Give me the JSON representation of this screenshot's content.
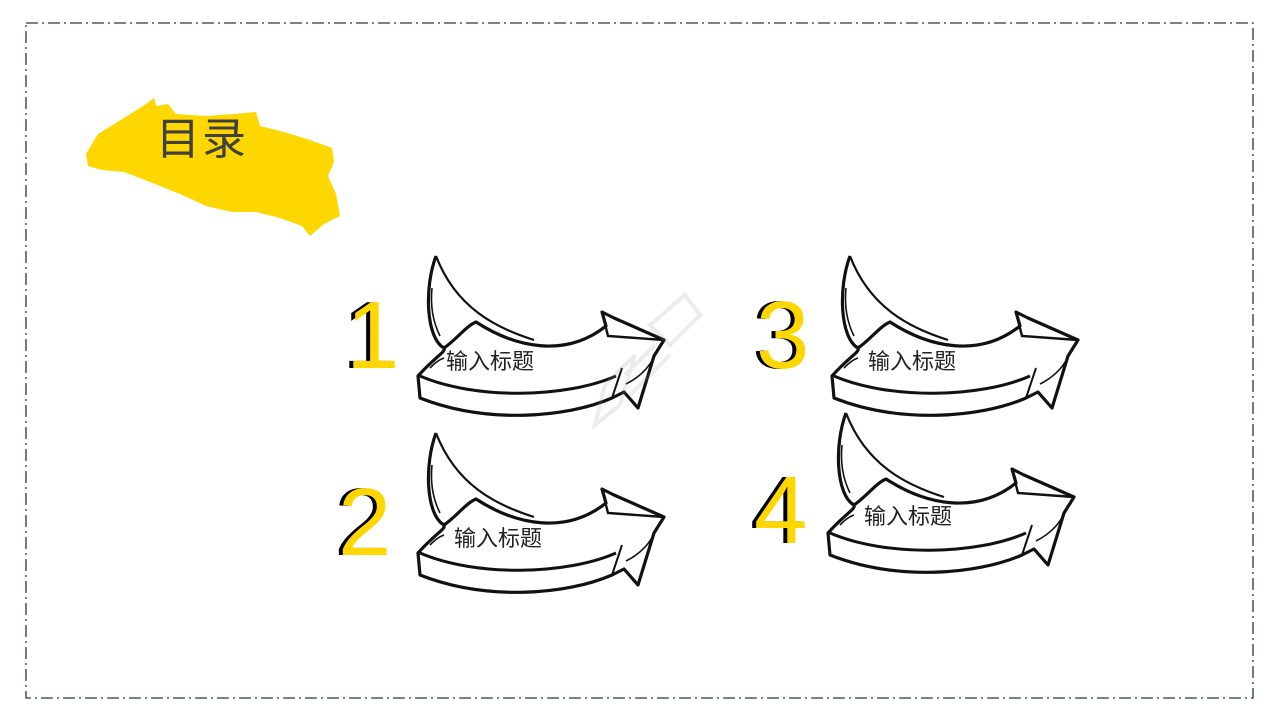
{
  "slide": {
    "title": "目录",
    "colors": {
      "accent": "#FFD700",
      "numeral_shadow": "#000000",
      "border": "#1F3A4A",
      "text": "#404040"
    },
    "items": [
      {
        "number": "1",
        "label": "输入标题"
      },
      {
        "number": "2",
        "label": "输入标题"
      },
      {
        "number": "3",
        "label": "输入标题"
      },
      {
        "number": "4",
        "label": "输入标题"
      }
    ]
  }
}
